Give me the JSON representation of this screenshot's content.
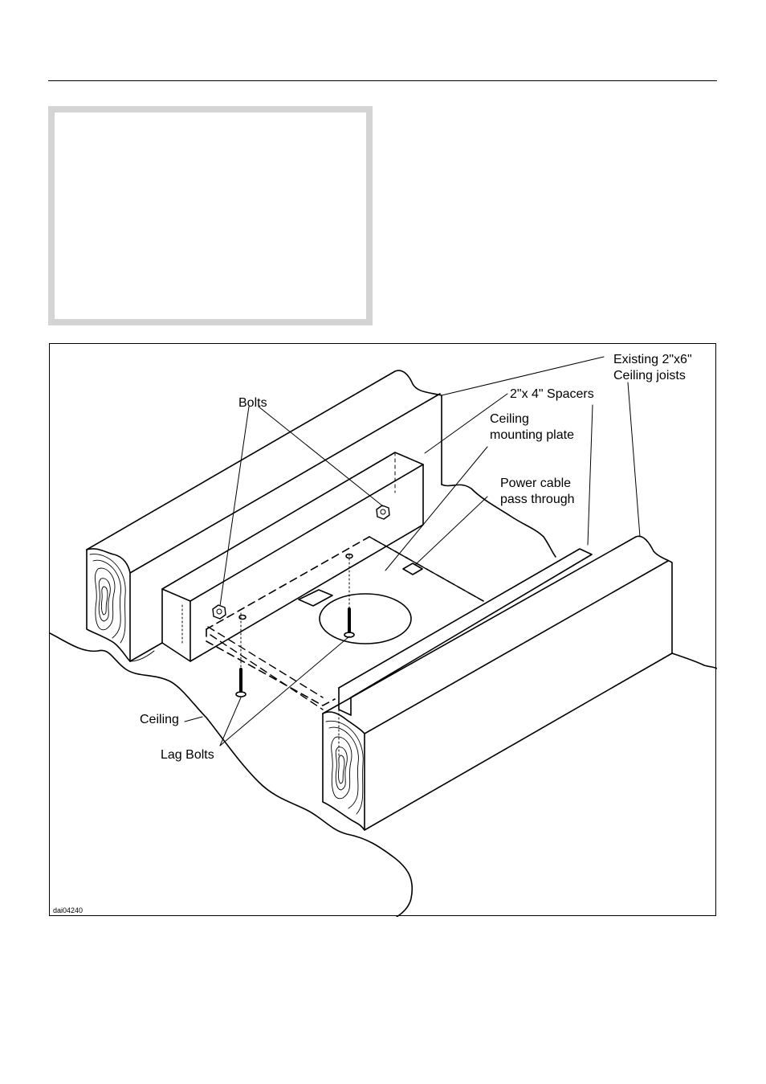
{
  "figure": {
    "labels": {
      "existing_joists": "Existing 2\"x6\"",
      "existing_joists_2": "Ceiling joists",
      "spacers": "2\"x 4\" Spacers",
      "bolts": "Bolts",
      "mounting_plate": "Ceiling",
      "mounting_plate_2": "mounting plate",
      "power_cable": "Power cable",
      "power_cable_2": "pass through",
      "ceiling": "Ceiling",
      "lag_bolts": "Lag Bolts"
    },
    "figure_id": "dai04240"
  }
}
